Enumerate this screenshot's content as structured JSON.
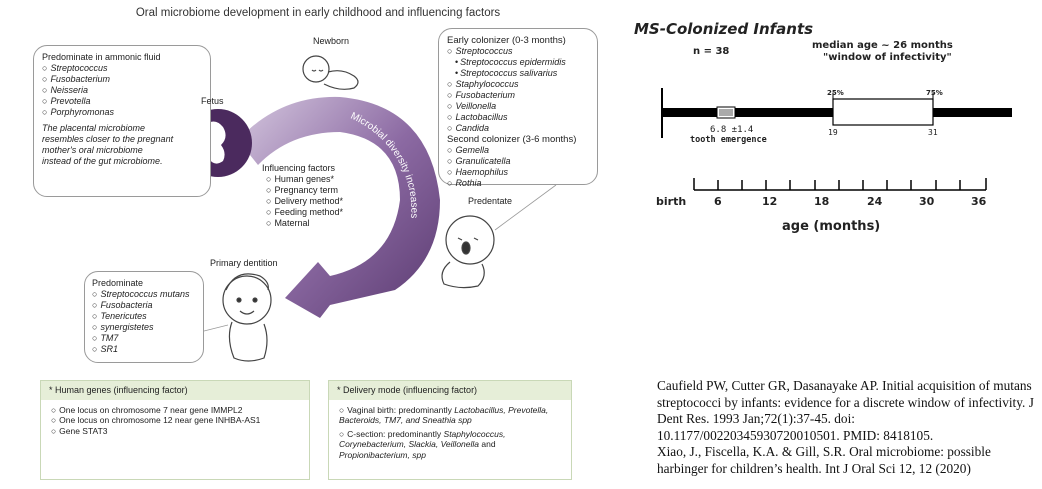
{
  "left_figure": {
    "title": "Oral microbiome development in early childhood and influencing factors",
    "fetus_box": {
      "heading": "Predominate in ammonic fluid",
      "items": [
        "Streptococcus",
        "Fusobacterium",
        "Neisseria",
        "Prevotella",
        "Porphyromonas"
      ],
      "note": "The placental microbiome resembles closer to the pregnant mother's oral microbiome instead of the gut microbiome."
    },
    "stage_labels": {
      "fetus": "Fetus",
      "newborn": "Newborn",
      "predentate": "Predentate",
      "primary_dentition": "Primary dentition"
    },
    "arc_text": "Microbial diversity increases",
    "influencing": {
      "heading": "Influencing factors",
      "items": [
        "Human genes*",
        "Pregnancy term",
        "Delivery method*",
        "Feeding method*",
        "Maternal"
      ]
    },
    "colonizer_box": {
      "early_heading": "Early colonizer (0-3 months)",
      "early_items": [
        "Streptococcus",
        "Staphylococcus",
        "Fusobacterium",
        "Veillonella",
        "Lactobacillus",
        "Candida"
      ],
      "early_sub": [
        "Streptococcus epidermidis",
        "Streptococcus salivarius"
      ],
      "second_heading": "Second colonizer (3-6 months)",
      "second_items": [
        "Gemella",
        "Granulicatella",
        "Haemophilus",
        "Rothia"
      ]
    },
    "dentition_box": {
      "heading": "Predominate",
      "items": [
        "Streptococcus mutans",
        "Fusobacteria",
        "Tenericutes",
        "synergistetes",
        "TM7",
        "SR1"
      ]
    },
    "genes_box": {
      "heading": "* Human genes (influencing factor)",
      "items": [
        "One locus on chromosome 7 near gene IMMPL2",
        "One locus on chromosome 12 near gene INHBA-AS1",
        "Gene STAT3"
      ]
    },
    "delivery_box": {
      "heading": "* Delivery mode (influencing factor)",
      "vaginal_prefix": "Vaginal birth: predominantly ",
      "vaginal_taxa": "Lactobacillus, Prevotella, Bacteroids, TM7, and Sneathia spp",
      "csection_prefix": "C-section: predominantly ",
      "csection_taxa_1": "Staphylococcus, Corynebacterium, Slackia, Veillonella",
      "csection_and": " and ",
      "csection_taxa_2": "Propionibacterium, spp"
    },
    "colors": {
      "purple_dark": "#4b2a5e",
      "purple_light": "#c7b6d4",
      "green_header": "#e6eed8"
    }
  },
  "right_figure": {
    "title": "MS-Colonized Infants",
    "n": "n = 38",
    "median_line1": "median age  ~ 26 months",
    "median_line2": "\"window of infectivity\"",
    "p25": "25%",
    "p75": "75%",
    "emergence_value": "6.8 ±1.4",
    "emergence_label": "tooth  emergence",
    "left_edge_label": "19",
    "right_edge_label": "31",
    "axis_labels": [
      "birth",
      "6",
      "12",
      "18",
      "24",
      "30",
      "36"
    ],
    "axis_title": "age (months)"
  },
  "citation": {
    "line1": "Caufield PW, Cutter GR, Dasanayake AP. Initial acquisition of mutans streptococci by infants: evidence for a discrete window of infectivity. J Dent Res. 1993 Jan;72(1):37-45. doi: 10.1177/00220345930720010501. PMID: 8418105.",
    "line2": "Xiao, J., Fiscella, K.A. & Gill, S.R. Oral microbiome: possible harbinger for children’s health. Int J Oral Sci 12, 12 (2020)"
  }
}
